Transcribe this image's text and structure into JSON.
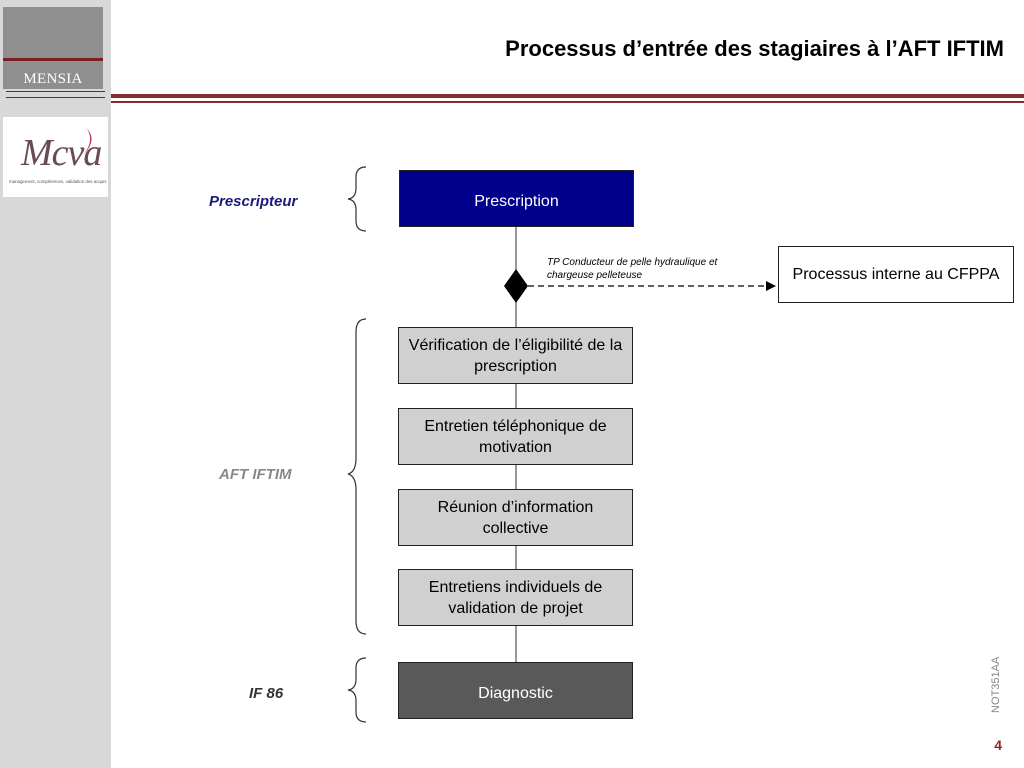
{
  "header": {
    "brand": "MENSIA",
    "title": "Processus d’entrée des stagiaires à l’AFT IFTIM"
  },
  "logo": {
    "name": "Mcva",
    "tagline": "management, compétences, validation des acquis"
  },
  "labels": {
    "prescripteur": "Prescripteur",
    "aft_iftim": "AFT IFTIM",
    "if86": "IF 86"
  },
  "steps": {
    "prescription": "Prescription",
    "verification": "Vérification de l’éligibilité de la prescription",
    "entretien_tel": "Entretien téléphonique de motivation",
    "reunion": "Réunion d’information collective",
    "entretiens_ind": "Entretiens individuels de validation de projet",
    "diagnostic": "Diagnostic"
  },
  "branch": {
    "note": "TP Conducteur de pelle hydraulique et chargeuse pelleteuse",
    "target": "Processus interne au CFPPA"
  },
  "footer": {
    "code": "NOT351AA",
    "page": "4"
  },
  "colors": {
    "accent": "#8b2a2a",
    "prescription_box": "#00008b",
    "diagnostic_box": "#595959",
    "step_box": "#d0d0d0"
  }
}
